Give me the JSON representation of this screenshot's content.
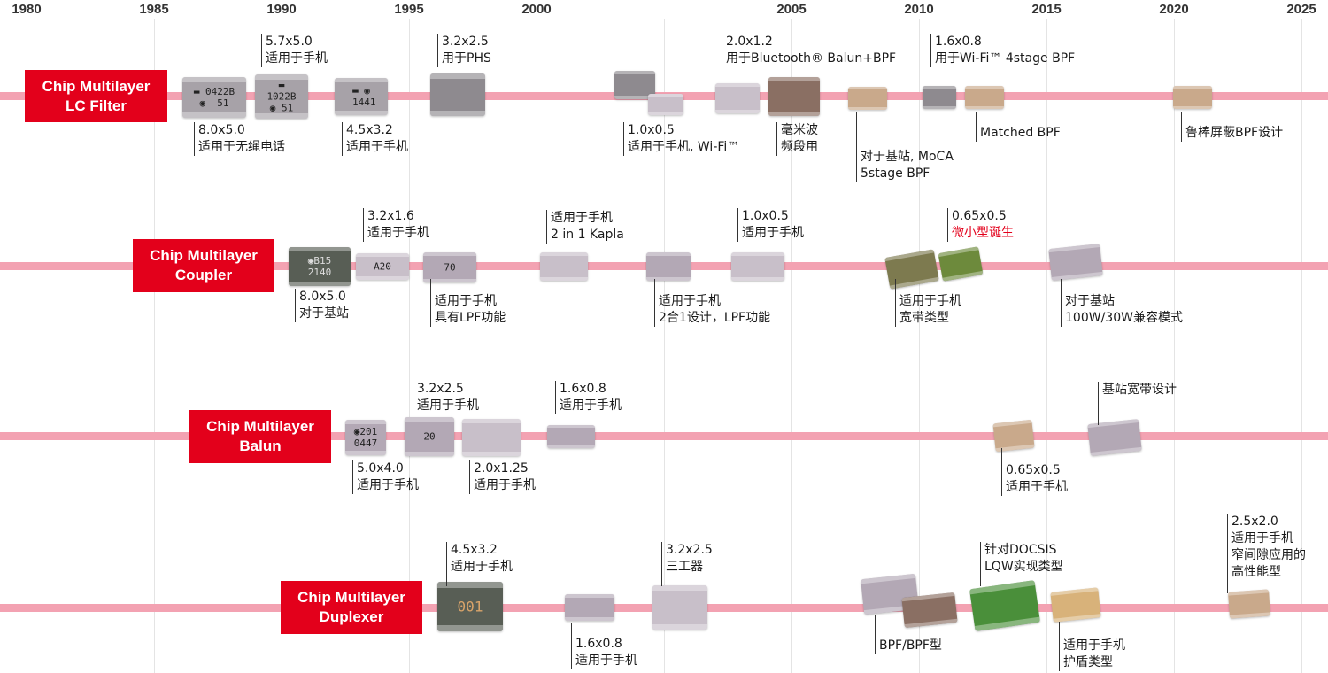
{
  "years": [
    "1980",
    "1985",
    "1990",
    "1995",
    "2000",
    "2005",
    "2010",
    "2015",
    "2020",
    "2025"
  ],
  "rows": {
    "lc_filter": {
      "title": "Chip Multilayer\nLC Filter"
    },
    "coupler": {
      "title": "Chip Multilayer\nCoupler"
    },
    "balun": {
      "title": "Chip Multilayer\nBalun"
    },
    "duplexer": {
      "title": "Chip Multilayer\nDuplexer"
    }
  },
  "chip_marks": {
    "m1": "▬ 0422B\n◉  51",
    "m2": "▬\n1022B\n◉ 51",
    "m3": "▬ ◉\n 1441",
    "m4": "◉B15\n2140",
    "m5": "A20",
    "m6": "70",
    "m7": "◉201\n0447",
    "m8": "20",
    "m9": "001"
  },
  "annotations": {
    "lc": {
      "a1": "8.0x5.0\n适用于无绳电话",
      "a2": "5.7x5.0\n适用于手机",
      "a3": "4.5x3.2\n适用于手机",
      "a4": "3.2x2.5\n用于PHS",
      "a5": "1.0x0.5\n适用于手机, Wi-Fi™",
      "a6": "2.0x1.2\n用于Bluetooth®  Balun+BPF",
      "a7": "毫米波\n频段用",
      "a8": "对于基站, MoCA\n5stage BPF",
      "a9": "1.6x0.8\n用于Wi-Fi™ 4stage BPF",
      "a10": "Matched BPF",
      "a11": "鲁棒屏蔽BPF设计"
    },
    "cp": {
      "a1": "8.0x5.0\n对于基站",
      "a2": "3.2x1.6\n适用于手机",
      "a3": "适用于手机\n具有LPF功能",
      "a4": "适用于手机\n2 in 1 Kapla",
      "a5": "适用于手机\n2合1设计，LPF功能",
      "a6": "1.0x0.5\n适用于手机",
      "a7": "适用于手机\n宽带类型",
      "a8_size": "0.65x0.5",
      "a8_note": "微小型诞生",
      "a9": "对于基站\n100W/30W兼容模式"
    },
    "bl": {
      "a1": "5.0x4.0\n适用于手机",
      "a2": "3.2x2.5\n适用于手机",
      "a3": "2.0x1.25\n适用于手机",
      "a4": "1.6x0.8\n适用于手机",
      "a5": "0.65x0.5\n适用于手机",
      "a6": "基站宽带设计"
    },
    "dp": {
      "a1": "4.5x3.2\n适用于手机",
      "a2": "1.6x0.8\n适用于手机",
      "a3": "3.2x2.5\n三工器",
      "a4": "BPF/BPF型",
      "a5": "针对DOCSIS\nLQW实现类型",
      "a6": "适用于手机\n护盾类型",
      "a7": "2.5x2.0\n适用于手机\n窄间隙应用的\n高性能型"
    }
  },
  "colors": {
    "accent_red": "#e3001b",
    "track_pink": "#f3a2b2"
  }
}
